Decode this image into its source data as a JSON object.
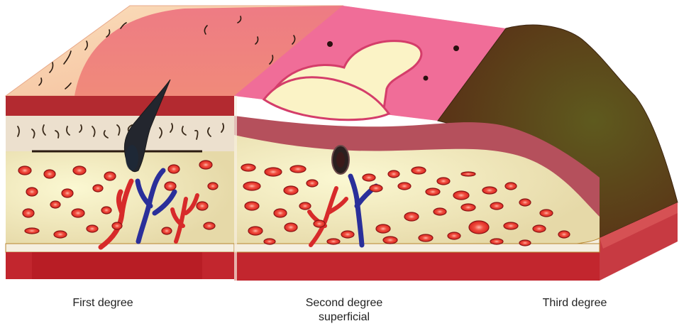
{
  "captions": {
    "first": "First degree",
    "second_line1": "Second degree",
    "second_line2": "superficial",
    "third": "Third degree"
  },
  "colors": {
    "epidermis_top": "#f6c9a6",
    "first_degree_redness": "#ee7b84",
    "blister": "#fbf3c6",
    "second_degree_skin": "#f06a90",
    "eschar": "#5a3a1a",
    "dermis": "#ece2b4",
    "subcutaneous": "#b3262e",
    "artery": "#d72a2a",
    "vein": "#2a2f9a"
  }
}
